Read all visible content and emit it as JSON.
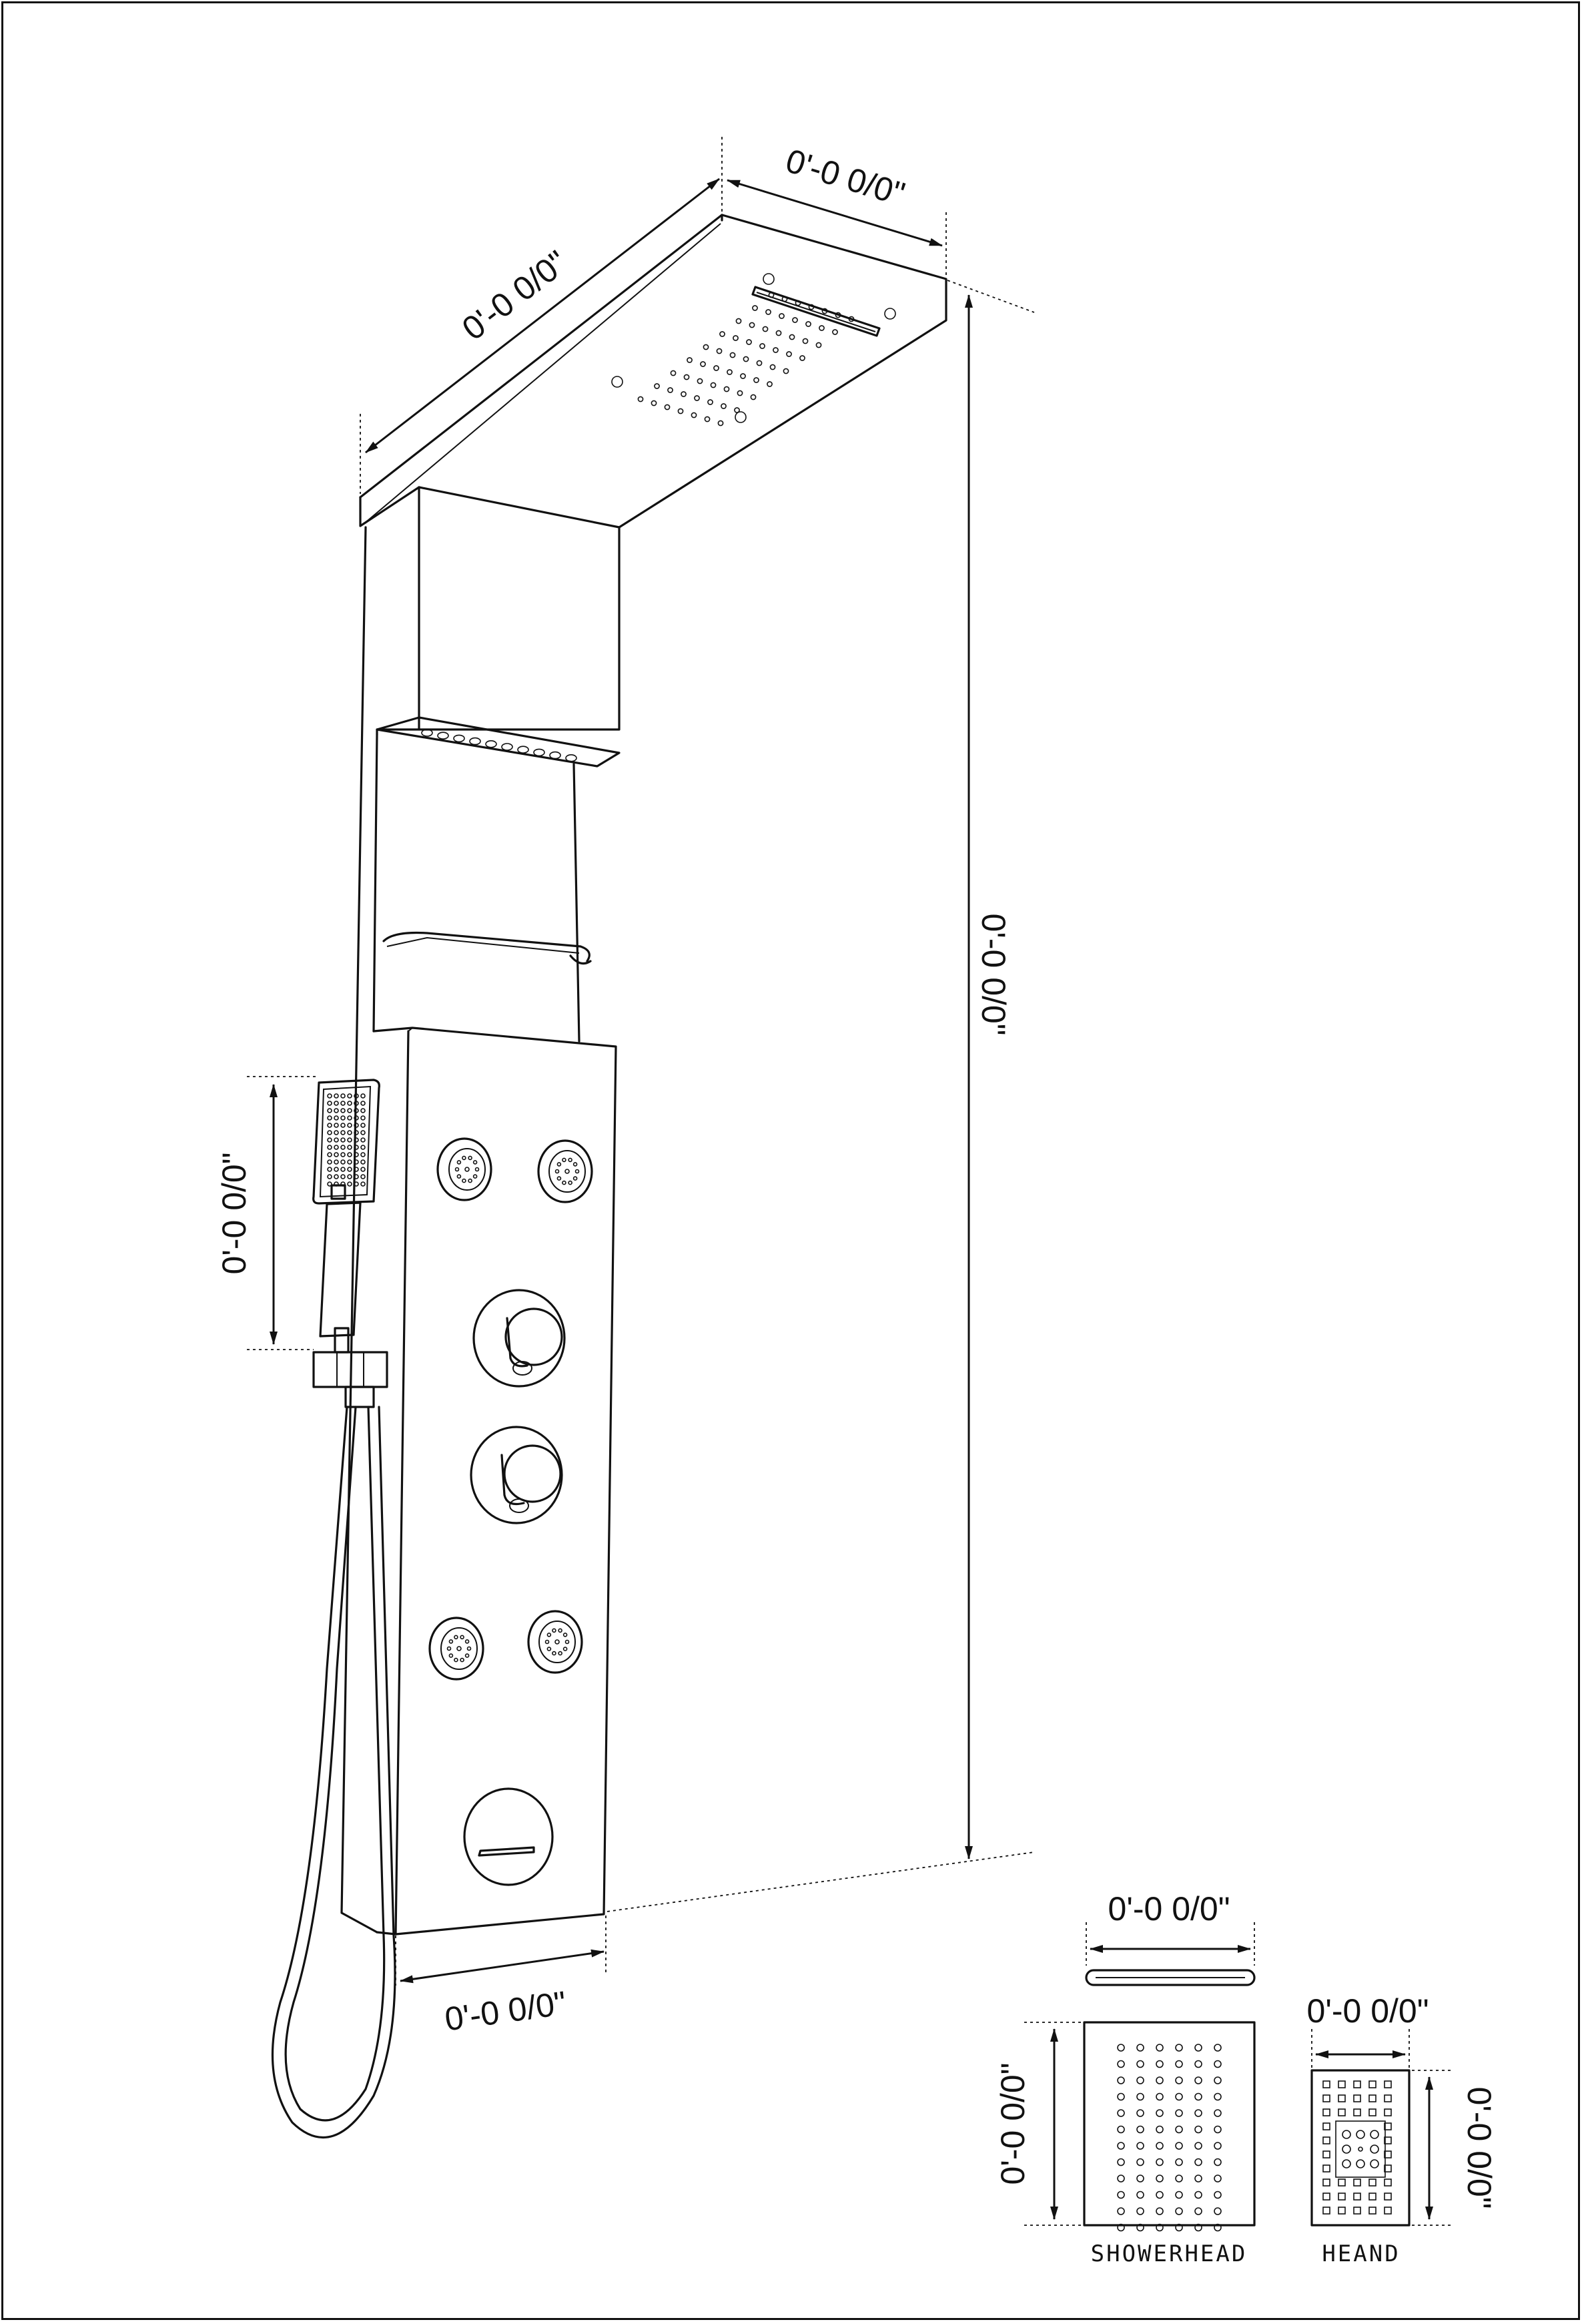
{
  "dimensions": {
    "panel_height": "0'-0 0/0\"",
    "panel_top_width": "0'-0 0/0\"",
    "panel_top_depth": "0'-0 0/0\"",
    "panel_bottom_width": "0'-0 0/0\"",
    "handheld_length": "0'-0 0/0\"",
    "bar_spout_width": "0'-0 0/0\"",
    "showerhead_height": "0'-0 0/0\"",
    "hand_width": "0'-0 0/0\"",
    "hand_height": "0'-0 0/0\""
  },
  "labels": {
    "showerhead": "SHOWERHEAD",
    "hand": "HEAND"
  }
}
